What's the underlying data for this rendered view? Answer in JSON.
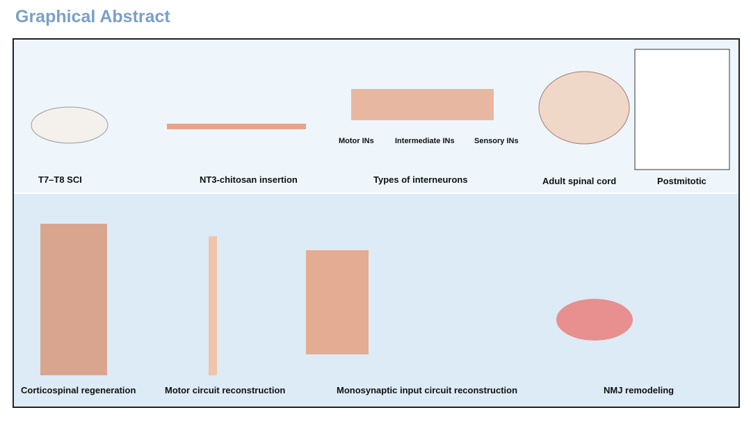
{
  "header": {
    "title": "Graphical Abstract"
  },
  "top_row": {
    "captions": [
      "T7–T8 SCI",
      "NT3-chitosan insertion",
      "Types of interneurons",
      "Adult spinal cord",
      "Postmitotic"
    ],
    "legend": {
      "motor": "Motor INs",
      "intermediate": "Intermediate INs",
      "sensory": "Sensory INs"
    }
  },
  "bottom_row": {
    "captions": [
      "Corticospinal regeneration",
      "Motor circuit reconstruction",
      "Monosynaptic input circuit reconstruction",
      "NMJ remodeling"
    ]
  }
}
